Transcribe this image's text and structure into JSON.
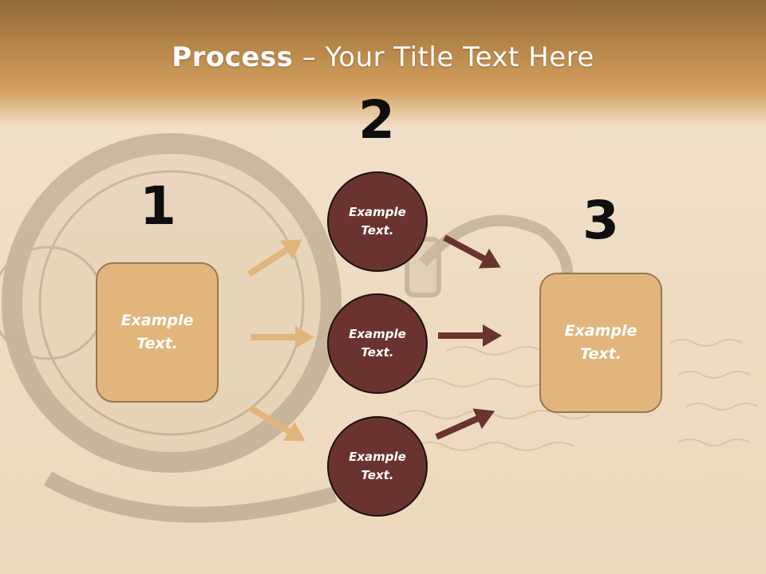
{
  "title": {
    "bold": "Process",
    "rest": " – Your Title Text Here"
  },
  "steps": [
    {
      "number": "1",
      "label": "Example\nText."
    },
    {
      "number": "2",
      "circles": [
        "Example\nText.",
        "Example\nText.",
        "Example\nText."
      ]
    },
    {
      "number": "3",
      "label": "Example\nText."
    }
  ],
  "colors": {
    "box_fill": "#e2b57c",
    "circle_fill": "#6b3330",
    "arrow_tan": "#e2b57c",
    "arrow_maroon": "#6b3330"
  },
  "icons": [
    "arrow-right-icon"
  ]
}
